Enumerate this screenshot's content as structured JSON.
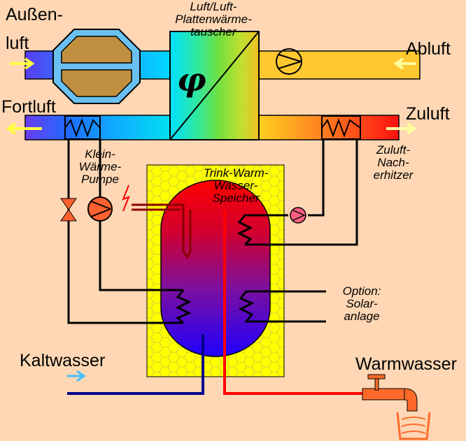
{
  "labels": {
    "aussenluft_1": "Außen-",
    "aussenluft_2": "luft",
    "hx_1": "Luft/Luft-",
    "hx_2": "Plattenwärme-",
    "hx_3": "tauscher",
    "abluft": "Abluft",
    "fortluft": "Fortluft",
    "zuluft": "Zuluft",
    "wp_1": "Klein-",
    "wp_2": "Wärme-",
    "wp_3": "Pumpe",
    "nach_1": "Zuluft-",
    "nach_2": "Nach-",
    "nach_3": "erhitzer",
    "sp_1": "Trink-Warm-",
    "sp_2": "Wasser-",
    "sp_3": "Speicher",
    "sol_1": "Option:",
    "sol_2": "Solar-",
    "sol_3": "anlage",
    "kaltwasser": "Kaltwasser",
    "warmwasser": "Warmwasser",
    "phi": "φ"
  },
  "colors": {
    "background": "#ffd7b4",
    "insulation": "#ffff00",
    "cold_pipe": "#00008b",
    "hot_pipe": "#ff0000",
    "tap": "#ff6a2a"
  }
}
